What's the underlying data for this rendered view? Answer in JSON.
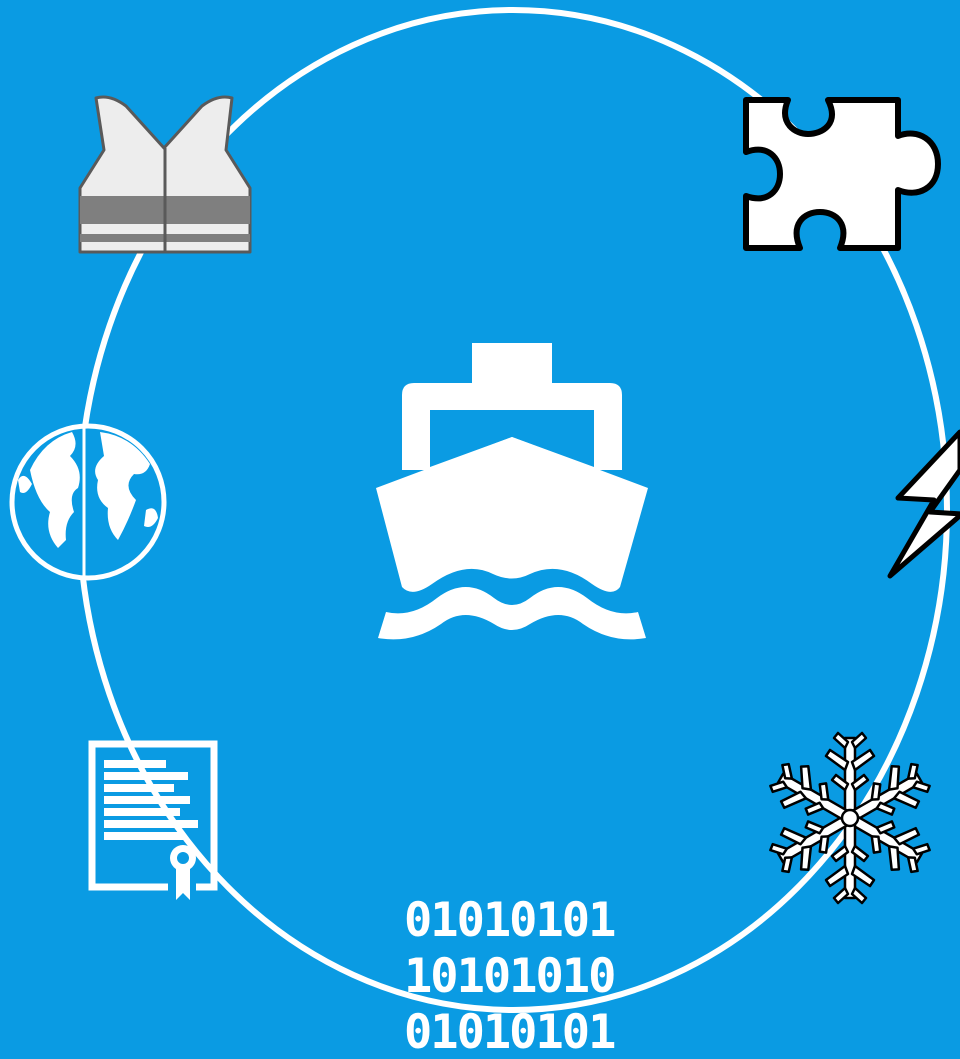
{
  "colors": {
    "background": "#0a9be3",
    "ring": "#ffffff",
    "icon_outline": "#000000",
    "vest_body": "#ededed",
    "vest_stripe": "#7f7f7f"
  },
  "center": {
    "icon": "ship-icon"
  },
  "satellites": [
    {
      "icon": "life-vest-icon"
    },
    {
      "icon": "puzzle-piece-icon"
    },
    {
      "icon": "globe-icon"
    },
    {
      "icon": "lightning-bolt-icon"
    },
    {
      "icon": "certificate-icon"
    },
    {
      "icon": "snowflake-icon"
    },
    {
      "icon": "binary-code-icon"
    }
  ],
  "binary_lines": [
    "01010101",
    "10101010",
    "01010101"
  ]
}
